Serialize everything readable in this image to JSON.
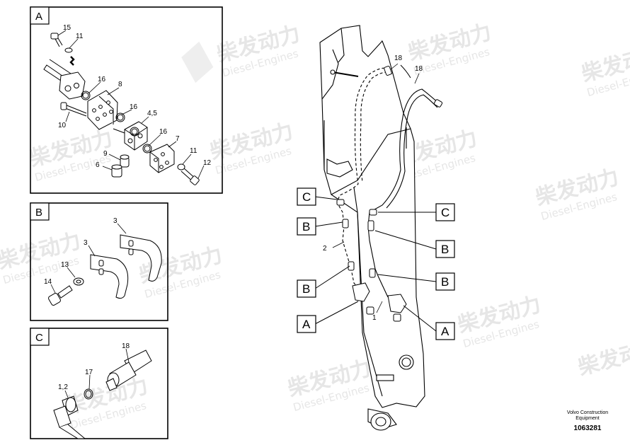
{
  "watermark": {
    "chinese": "柴发动力",
    "english": "Diesel-Engines"
  },
  "detail_a": {
    "letter": "A",
    "labels": {
      "p15": "15",
      "p11a": "11",
      "p16a": "16",
      "p8": "8",
      "p10": "10",
      "p16b": "16",
      "p45": "4,5",
      "p16c": "16",
      "p7": "7",
      "p9": "9",
      "p6": "6",
      "p11b": "11",
      "p12": "12"
    }
  },
  "detail_b": {
    "letter": "B",
    "labels": {
      "p3a": "3",
      "p3b": "3",
      "p13": "13",
      "p14": "14"
    }
  },
  "detail_c": {
    "letter": "C",
    "labels": {
      "p18": "18",
      "p17": "17",
      "p12": "1,2"
    }
  },
  "main": {
    "labels": {
      "p18a": "18",
      "p18b": "18",
      "p2": "2",
      "p1": "1"
    },
    "callouts_left": [
      "C",
      "B",
      "B",
      "A"
    ],
    "callouts_right": [
      "C",
      "B",
      "B",
      "A"
    ]
  },
  "footer": {
    "line1": "Volvo Construction",
    "line2": "Equipment",
    "ref": "1063281"
  }
}
